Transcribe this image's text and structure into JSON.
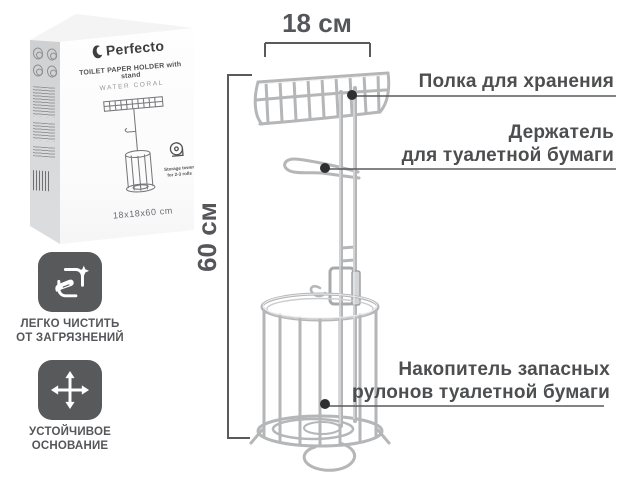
{
  "colors": {
    "text": "#4d4e50",
    "badge_bg": "#58595b",
    "callout_line": "#595a5c",
    "callout_dot": "#2e2f31",
    "chrome": "#b5b6b8",
    "box_side": "#d3d4d6"
  },
  "package": {
    "brand": "Perfecto",
    "product_title": "TOILET PAPER HOLDER with stand",
    "product_subtitle": "WATER CORAL",
    "roll_note_line1": "Storage tower",
    "roll_note_line2": "for 2-3 rolls",
    "size_label": "18x18x60 cm"
  },
  "features": [
    {
      "icon": "easy-clean-icon",
      "label_line1": "ЛЕГКО ЧИСТИТЬ",
      "label_line2": "ОТ ЗАГРЯЗНЕНИЙ"
    },
    {
      "icon": "stable-base-icon",
      "label_line1": "УСТОЙЧИВОЕ",
      "label_line2": "ОСНОВАНИЕ"
    }
  ],
  "dimensions": {
    "width": "18 см",
    "height": "60 см"
  },
  "callouts": {
    "shelf": {
      "line1": "Полка для хранения",
      "line2": ""
    },
    "holder": {
      "line1": "Держатель",
      "line2": "для туалетной бумаги"
    },
    "storage": {
      "line1": "Накопитель запасных",
      "line2": "рулонов туалетной бумаги"
    }
  }
}
